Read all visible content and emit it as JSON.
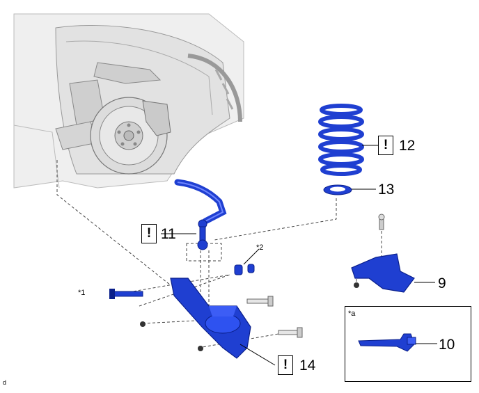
{
  "callouts": {
    "c9": "9",
    "c10": "10",
    "c11": "11",
    "c12": "12",
    "c13": "13",
    "c14": "14"
  },
  "warning_symbol": "!",
  "notes": {
    "star1": "*1",
    "star2": "*2",
    "star_a": "*a"
  },
  "corner_mark": "d",
  "colors": {
    "part_blue": "#1f3fd1",
    "part_dark": "#0a1f8a",
    "body_gray": "#d9d9d9",
    "line_gray": "#8a8a8a"
  }
}
